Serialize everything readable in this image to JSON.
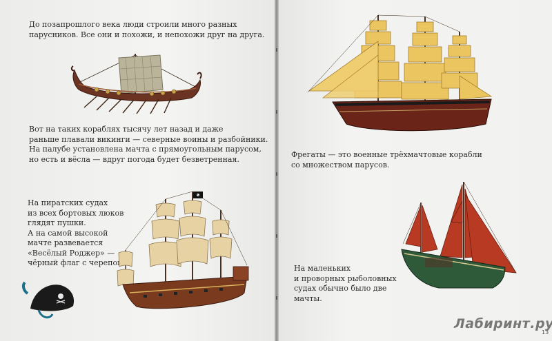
{
  "left_page": {
    "intro_text": "До позапрошлого века люди строили много разных\nпарусников. Все они и похожи, и непохожи друг на друга.",
    "viking_text": "Вот на таких кораблях тысячу лет назад и даже\nраньше плавали викинги — северные воины и разбойники.\nНа палубе установлена мачта с прямоугольным парусом,\nно есть и вёсла — вдруг погода будет безветренная.",
    "pirate_text": "На пиратских судах\nиз всех бортовых люков\nглядят пушки.\nА на самой высокой\nмачте развевается\n«Весёлый Роджер» —\nчёрный флаг с черепом."
  },
  "right_page": {
    "frigate_text": "Фрегаты — это военные трёхмачтовые корабли\nсо множеством парусов.",
    "fishing_text": "На маленьких\nи проворных рыболовных\nсудах обычно было две\nмачты.",
    "page_number": "13"
  },
  "watermark": "Лабиринт.ру",
  "colors": {
    "paper": "#f2f2f0",
    "text": "#2b2b2b",
    "sail_yellow": "#e9c25a",
    "sail_red": "#b83a22",
    "hull_brown": "#6b3322",
    "hull_green": "#2f5a3a"
  }
}
